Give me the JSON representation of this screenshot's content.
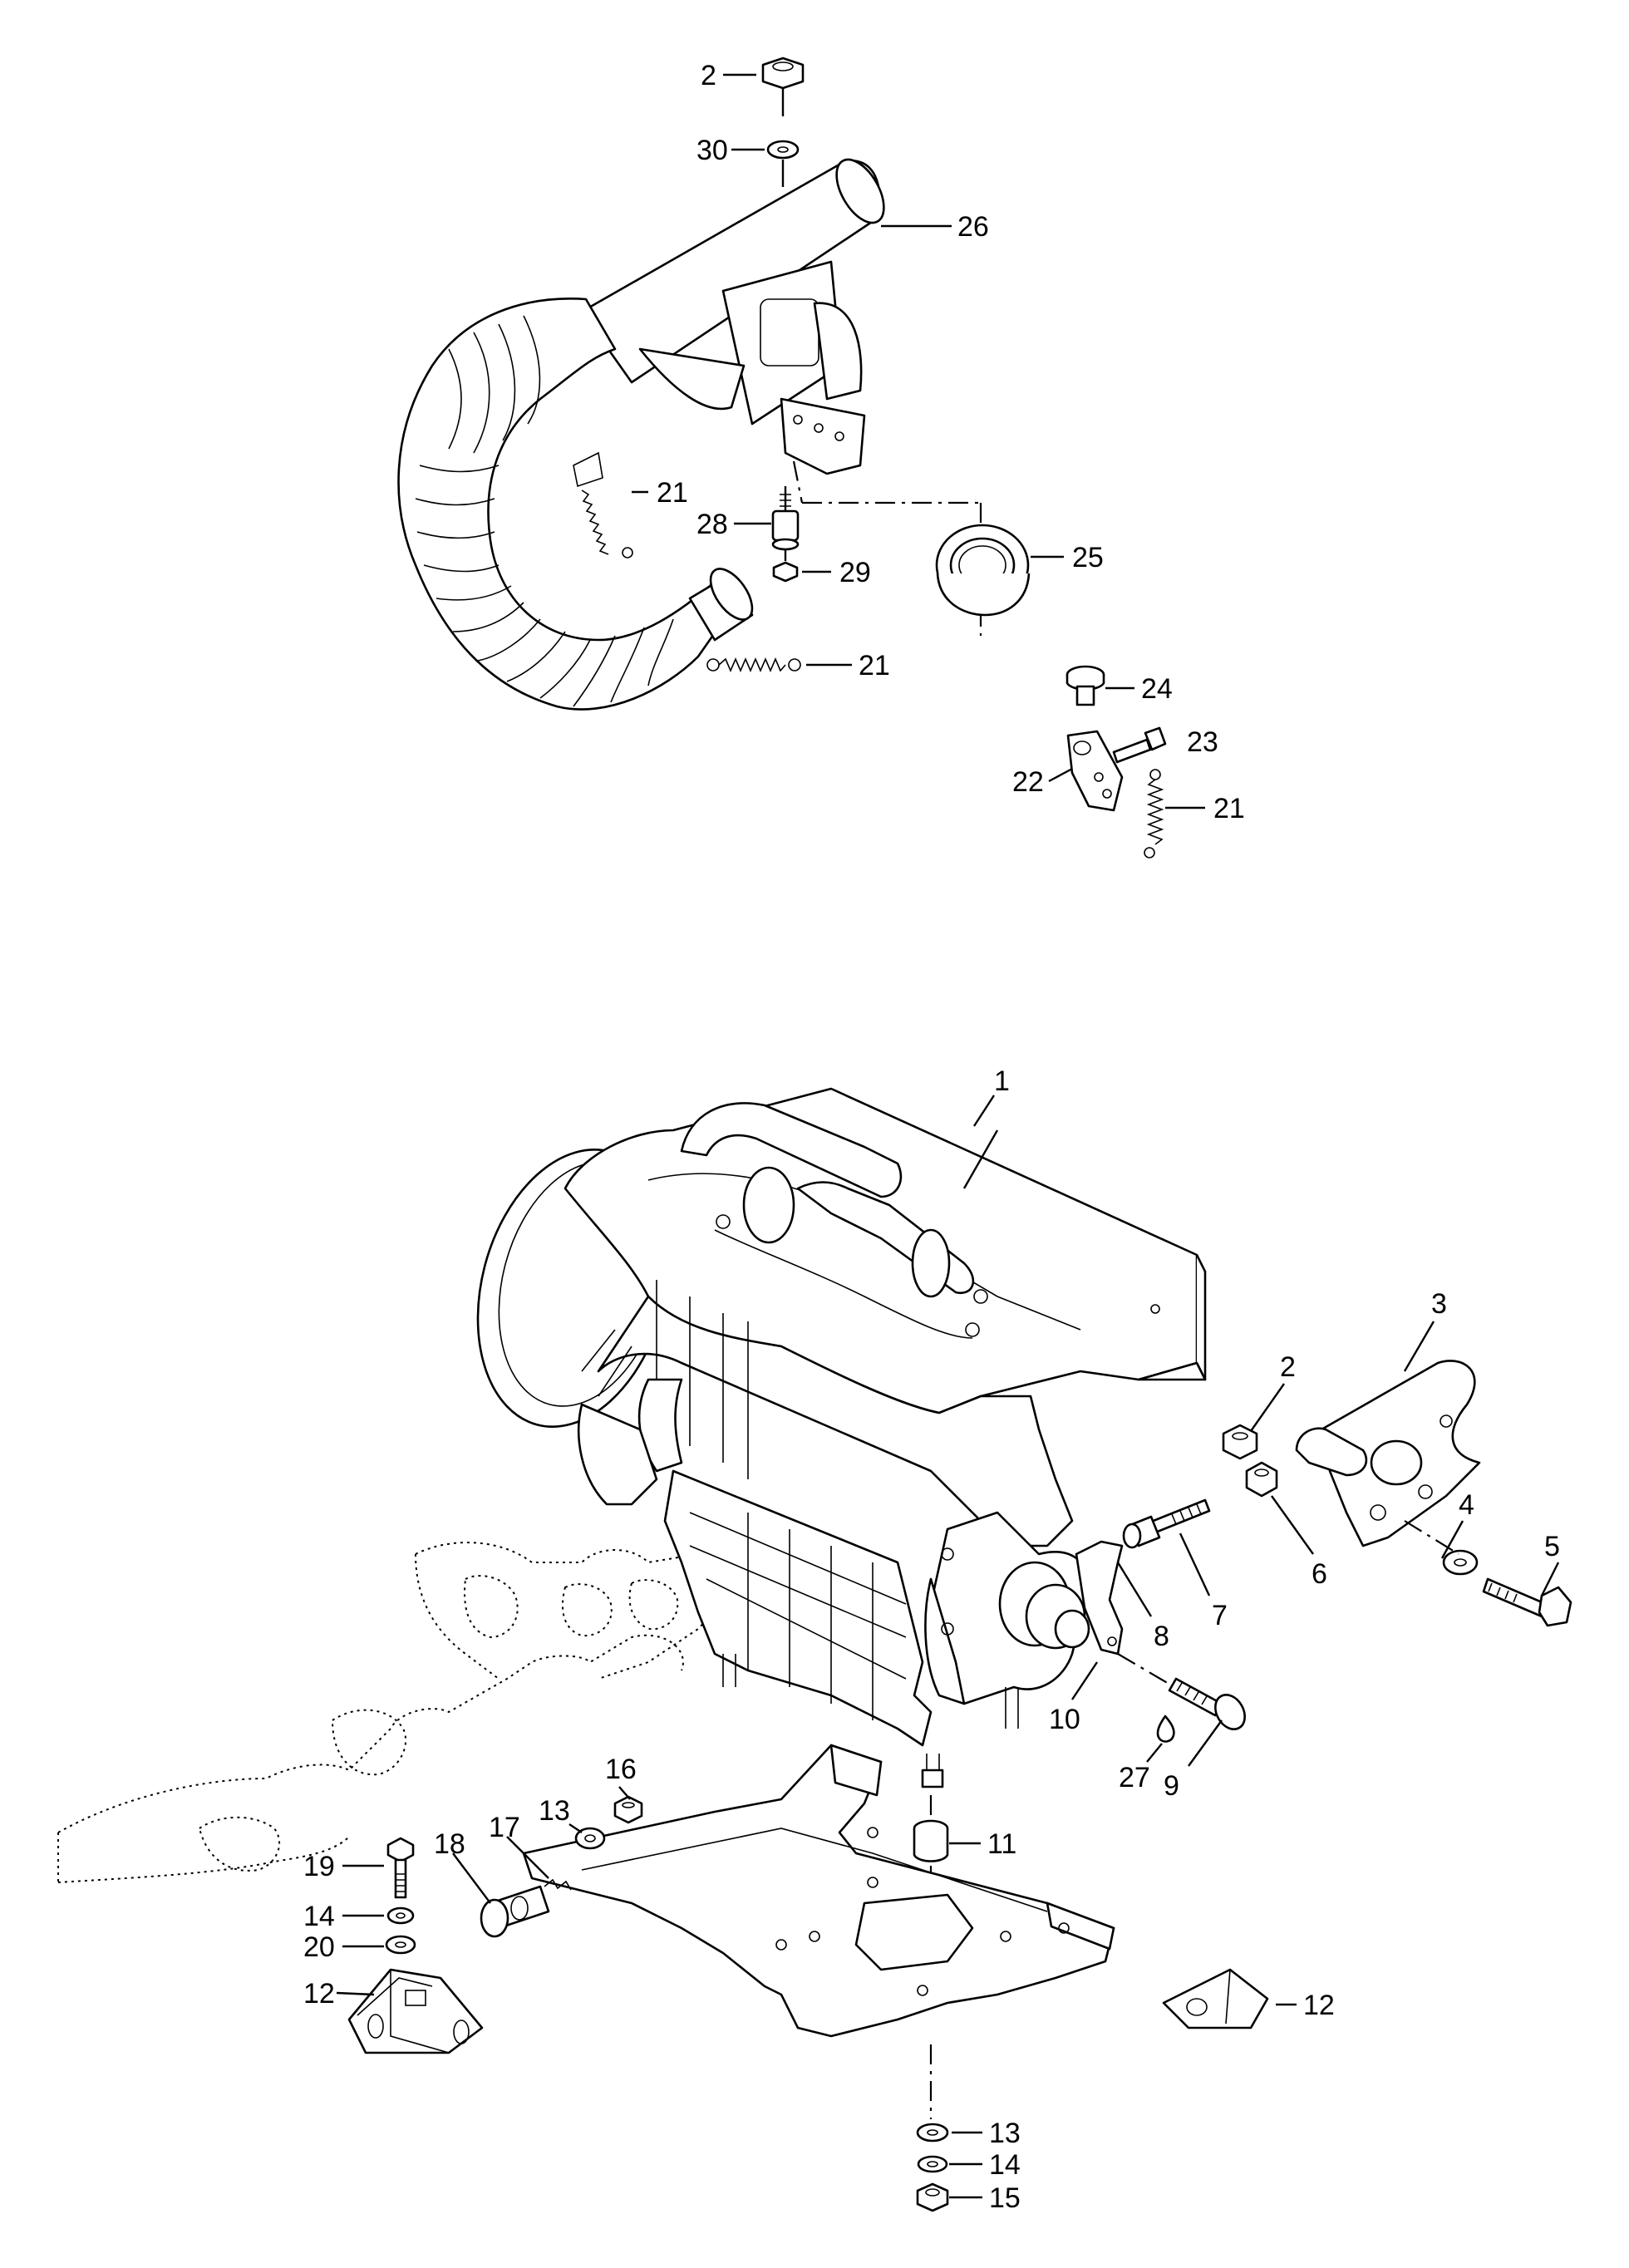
{
  "callouts": {
    "c2_top": "2",
    "c30": "30",
    "c26": "26",
    "c21_a": "21",
    "c28": "28",
    "c29": "29",
    "c25": "25",
    "c21_b": "21",
    "c24": "24",
    "c23": "23",
    "c22": "22",
    "c21_c": "21",
    "c1": "1",
    "c3": "3",
    "c2_mid": "2",
    "c4": "4",
    "c5": "5",
    "c6": "6",
    "c7": "7",
    "c8": "8",
    "c10": "10",
    "c27": "27",
    "c9": "9",
    "c11": "11",
    "c16": "16",
    "c13_a": "13",
    "c17": "17",
    "c18": "18",
    "c19": "19",
    "c14_a": "14",
    "c20": "20",
    "c12_a": "12",
    "c12_b": "12",
    "c13_b": "13",
    "c14_b": "14",
    "c15": "15"
  }
}
